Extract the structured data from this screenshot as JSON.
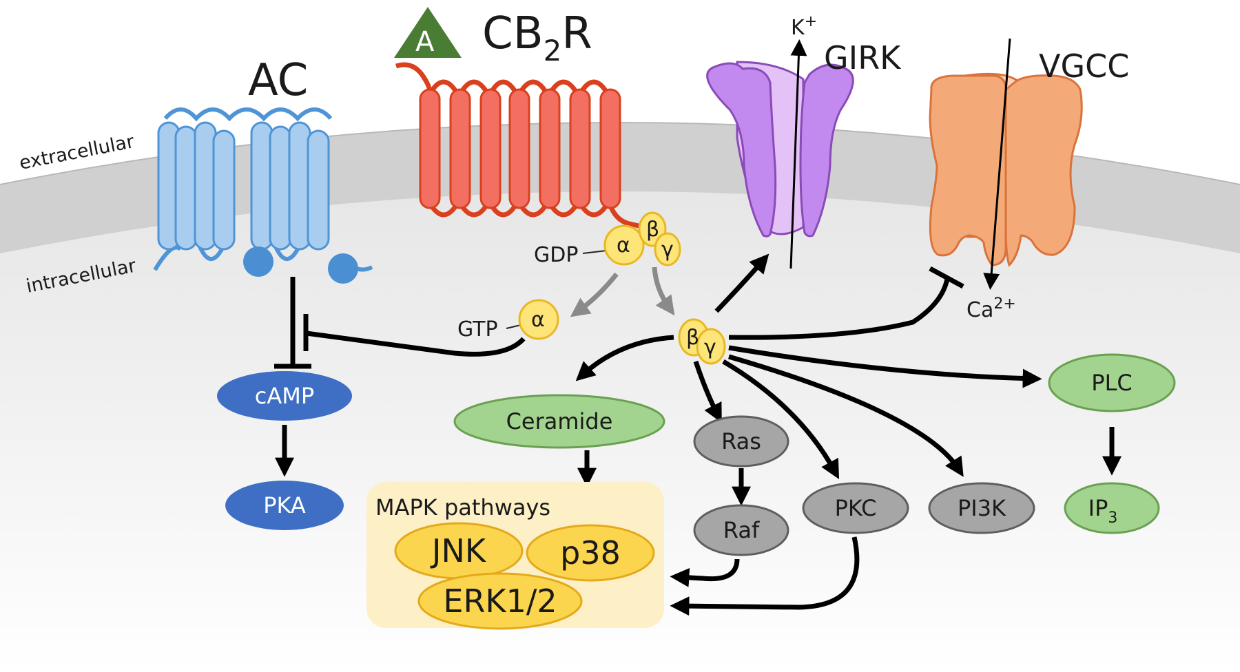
{
  "labels": {
    "ac": "AC",
    "cb2r_main": "CB",
    "cb2r_sub": "2",
    "cb2r_tail": "R",
    "agonist": "A",
    "girk": "GIRK",
    "vgcc": "VGCC",
    "k_ion": "K",
    "k_charge": "+",
    "ca_ion": "Ca",
    "ca_charge": "2+",
    "extracellular": "extracellular",
    "intracellular": "intracellular",
    "gdp": "GDP",
    "gtp": "GTP",
    "alpha": "α",
    "beta": "β",
    "gamma": "γ",
    "camp": "cAMP",
    "pka": "PKA",
    "ceramide": "Ceramide",
    "ras": "Ras",
    "raf": "Raf",
    "pkc": "PKC",
    "pi3k": "PI3K",
    "plc": "PLC",
    "ip3_main": "IP",
    "ip3_sub": "3",
    "mapk_title": "MAPK pathways",
    "jnk": "JNK",
    "p38": "p38",
    "erk": "ERK1/2"
  },
  "colors": {
    "ac": "#a9cdee",
    "ac_stroke": "#4f94d6",
    "cb2r": "#f36f61",
    "cb2r_stroke": "#d9401e",
    "agonist": "#4a7d34",
    "girk": "#c28aee",
    "girk_stroke": "#8a4ab8",
    "vgcc": "#f3aa78",
    "vgcc_stroke": "#d9733a",
    "gprotein": "#fde57a",
    "gprotein_stroke": "#e9b820",
    "blue_node": "#3e6fc5",
    "green_node": "#a3d48f",
    "grey_node": "#a6a6a6",
    "mapk_box": "#fdefc6",
    "mapk_node": "#fcd54e"
  }
}
